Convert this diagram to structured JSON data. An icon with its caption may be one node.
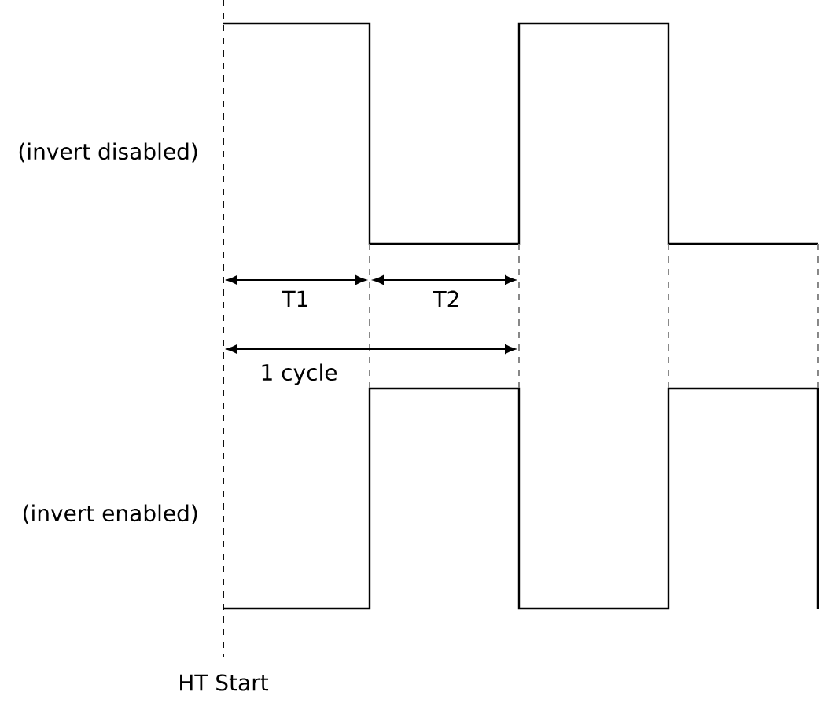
{
  "diagram": {
    "labels": [
      "(invert disabled)",
      "T1",
      "T2",
      "1 cycle",
      "(invert enabled)",
      "HT Start"
    ]
  }
}
